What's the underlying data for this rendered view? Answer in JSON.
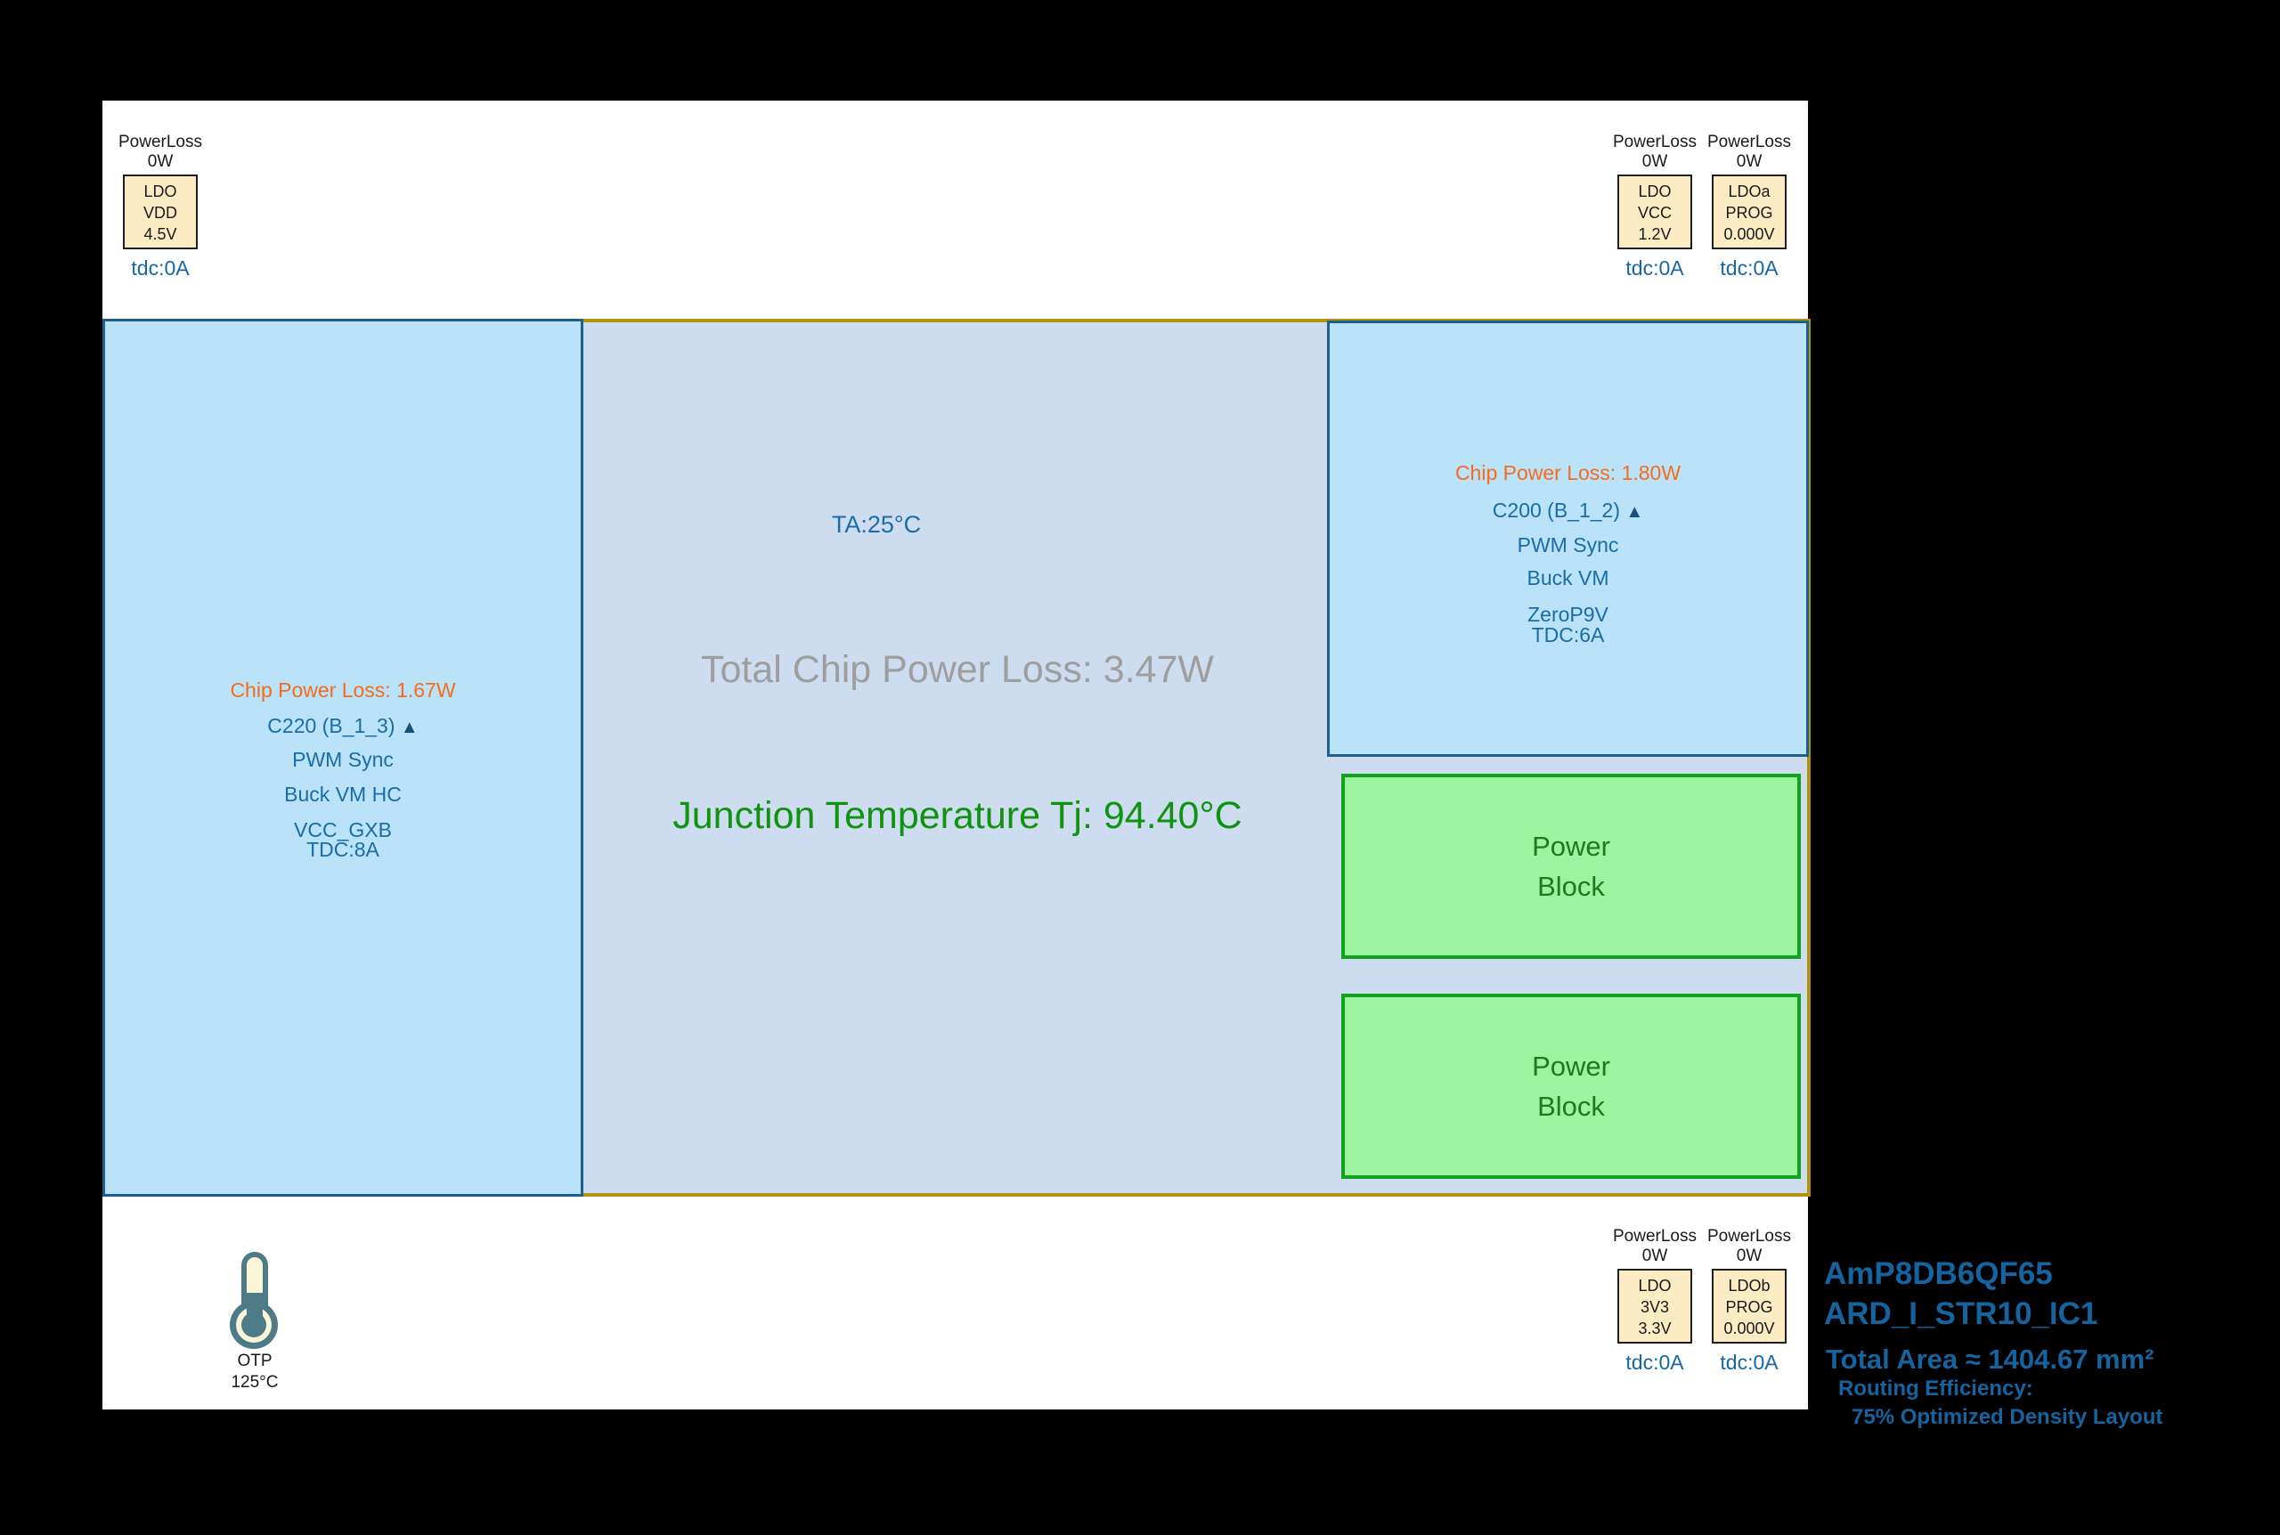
{
  "colors": {
    "canvas_bg": "#000000",
    "page_bg": "#ffffff",
    "panel_blue": "#bae2f9",
    "panel_border_blue": "#1d5f8f",
    "die_lavender": "#cedcf0",
    "gold_border": "#b2920e",
    "orange_loss": "#f76b1c",
    "steel_blue_text": "#1a6ca8",
    "tdc_blue": "#1668a5",
    "gray_total": "#9e9e9e",
    "junction_green": "#109310",
    "power_block_bg": "#9df4a0",
    "power_block_border": "#12a11c",
    "power_block_text": "#1c7a1f",
    "ldo_box_bg": "#fbecc4",
    "thermometer_teal": "#4e7b88",
    "thermometer_cream": "#fbf5d8",
    "info_blue": "#1564a0"
  },
  "regulators": {
    "top_left": {
      "label": "PowerLoss",
      "value": "0W",
      "box_lines": [
        "LDO",
        "VDD",
        "4.5V"
      ],
      "tdc": "tdc:0A"
    },
    "top_right_1": {
      "label": "PowerLoss",
      "value": "0W",
      "box_lines": [
        "LDO",
        "VCC",
        "1.2V"
      ],
      "tdc": "tdc:0A"
    },
    "top_right_2": {
      "label": "PowerLoss",
      "value": "0W",
      "box_lines": [
        "LDOa",
        "PROG",
        "0.000V"
      ],
      "tdc": "tdc:0A"
    },
    "bottom_right_1": {
      "label": "PowerLoss",
      "value": "0W",
      "box_lines": [
        "LDO",
        "3V3",
        "3.3V"
      ],
      "tdc": "tdc:0A"
    },
    "bottom_right_2": {
      "label": "PowerLoss",
      "value": "0W",
      "box_lines": [
        "LDOb",
        "PROG",
        "0.000V"
      ],
      "tdc": "tdc:0A"
    }
  },
  "left_domain": {
    "power_loss": "Chip Power Loss: 1.67W",
    "name": "C220 (B_1_3)",
    "marker": "▲",
    "lines": [
      "PWM Sync",
      "Buck VM HC",
      "VCC_GXB",
      "TDC:8A"
    ]
  },
  "right_domain": {
    "power_loss": "Chip Power Loss: 1.80W",
    "name": "C200 (B_1_2)",
    "marker": "▲",
    "lines": [
      "PWM Sync",
      "Buck VM",
      "ZeroP9V",
      "TDC:6A"
    ]
  },
  "die": {
    "ambient": "TA:25°C",
    "total_loss": "Total Chip Power Loss: 3.47W",
    "junction": "Junction Temperature Tj: 94.40°C"
  },
  "power_blocks": [
    {
      "line1": "Power",
      "line2": "Block"
    },
    {
      "line1": "Power",
      "line2": "Block"
    }
  ],
  "otp": {
    "label": "OTP",
    "value": "125°C"
  },
  "chip_info": {
    "part_number": "AmP8DB6QF65",
    "design_name": "ARD_I_STR10_IC1",
    "total_area": "Total Area ≈ 1404.67 mm²",
    "routing_label": "Routing Efficiency:",
    "routing_value": "75% Optimized Density Layout"
  }
}
